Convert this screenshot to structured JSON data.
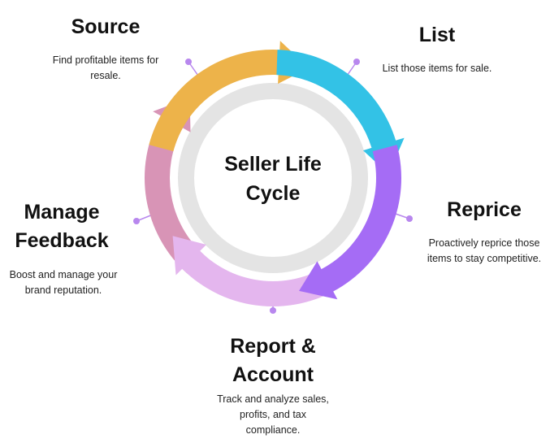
{
  "center": {
    "line1": "Seller Life",
    "line2": "Cycle"
  },
  "stages": {
    "source": {
      "title": "Source",
      "description_line1": "Find profitable items for",
      "description_line2": "resale.",
      "color": "#EDB34A"
    },
    "list": {
      "title": "List",
      "description_line1": "List those items for sale.",
      "color": "#33C2E6"
    },
    "reprice": {
      "title": "Reprice",
      "description_line1": "Proactively reprice those",
      "description_line2": "items to stay competitive.",
      "color": "#A56CF5"
    },
    "report": {
      "title_line1": "Report &",
      "title_line2": "Account",
      "description_line1": "Track and analyze sales,",
      "description_line2": "profits, and tax",
      "description_line3": "compliance.",
      "color": "#E4B6EE"
    },
    "feedback": {
      "title_line1": "Manage",
      "title_line2": "Feedback",
      "description_line1": "Boost and manage your",
      "description_line2": "brand reputation.",
      "color": "#D894B6"
    }
  },
  "colors": {
    "inner_ring": "#E4E4E4",
    "connector": "#B887EE"
  }
}
